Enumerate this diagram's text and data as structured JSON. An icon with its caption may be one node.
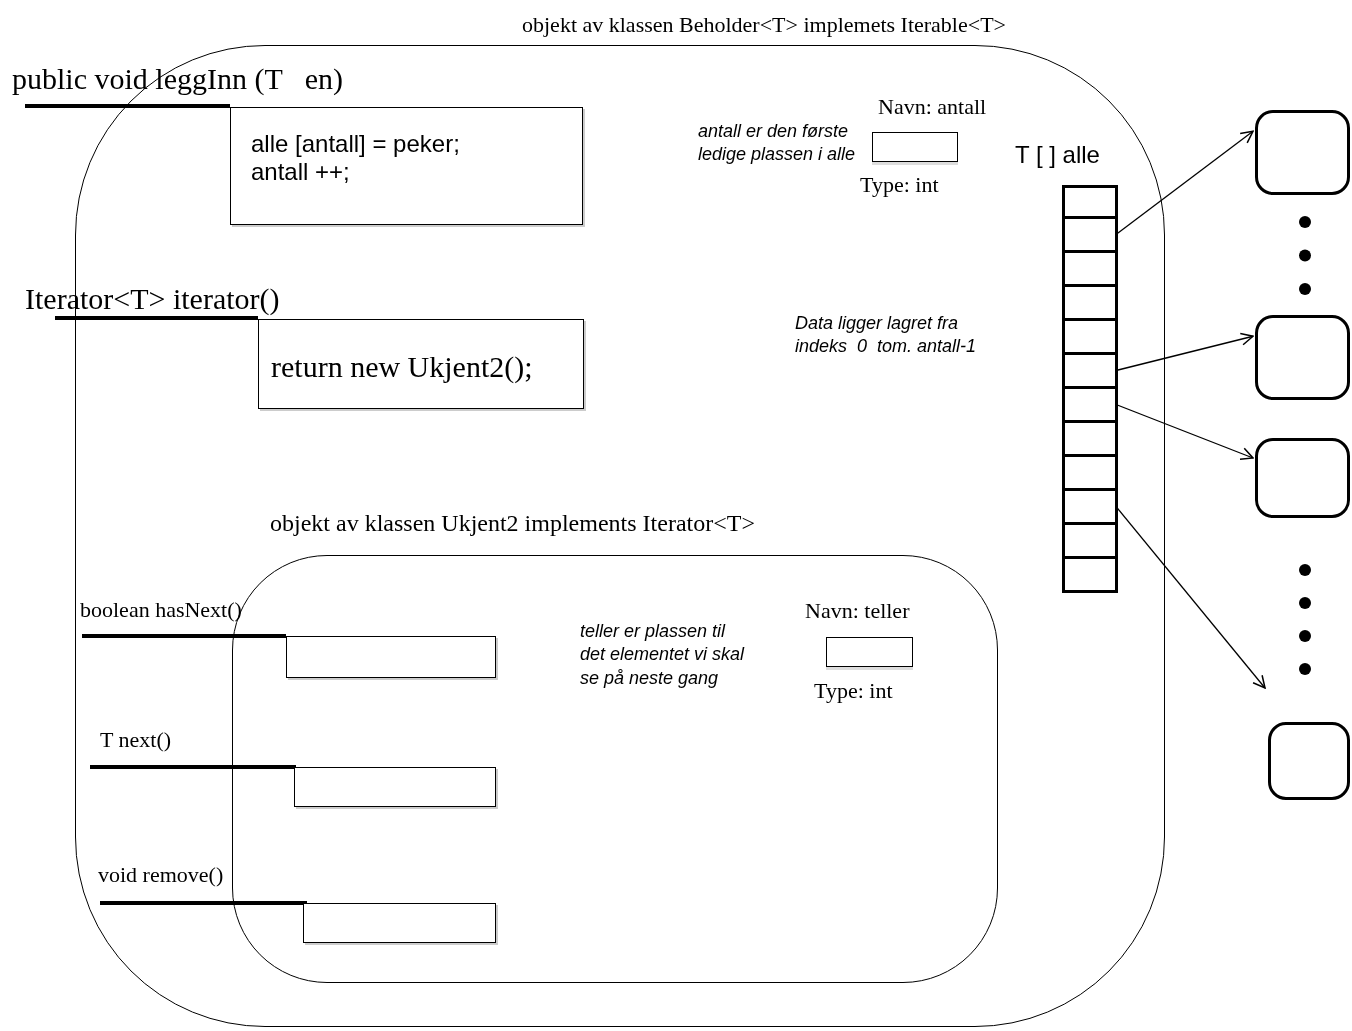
{
  "diagram": {
    "nodes": [
      {
        "text": [
          "objekt av klassen Beholder<T> implemets Iterable<T>"
        ]
      },
      {
        "text": [
          "public void leggInn (T   en)",
          "alle [antall] = peker; antall ++;"
        ],
        "in": 0
      },
      {
        "text": [
          "Iterator<T> iterator()",
          "return new Ukjent2();"
        ],
        "in": 0
      },
      {
        "text": [
          "Navn: antall",
          "Type: int"
        ],
        "beside": [
          "antall er den første ledige plassen i alle"
        ],
        "in": 0
      },
      {
        "text": [
          "T [ ] alle"
        ],
        "beside": [
          "Data ligger lagret fra indeks  0  tom. antall-1"
        ],
        "in": 0
      },
      {
        "text": [],
        "shape": "box",
        "in": 4
      },
      {
        "text": [],
        "shape": "box",
        "in": 4
      },
      {
        "text": [],
        "shape": "box",
        "in": 4
      },
      {
        "text": [],
        "shape": "box",
        "in": 4
      },
      {
        "text": [],
        "shape": "box",
        "in": 4
      },
      {
        "text": [],
        "shape": "box",
        "in": 4
      },
      {
        "text": [],
        "shape": "box",
        "in": 4
      },
      {
        "text": [],
        "shape": "box",
        "in": 4
      },
      {
        "text": [],
        "shape": "box",
        "in": 4
      },
      {
        "text": [],
        "shape": "box",
        "in": 4
      },
      {
        "text": [],
        "shape": "box",
        "in": 4
      },
      {
        "text": [],
        "shape": "box",
        "in": 4
      },
      {
        "text": [
          "objekt av klassen Ukjent2 implements Iterator<T>"
        ],
        "in": 0
      },
      {
        "text": [
          "boolean hasNext()"
        ],
        "in": 0
      },
      {
        "text": [
          "T next()"
        ],
        "in": 0
      },
      {
        "text": [
          "void remove()"
        ],
        "in": 0
      },
      {
        "text": [
          "Navn: teller",
          "Type: int"
        ],
        "beside": [
          "teller er plassen til det elementet vi skal se på neste gang"
        ],
        "in": 17
      },
      {
        "text": [],
        "shape": "box"
      },
      {
        "text": [],
        "shape": "box"
      },
      {
        "text": [],
        "shape": "box"
      },
      {
        "text": [],
        "shape": "box"
      }
    ],
    "edges": [
      {
        "from": 6,
        "to": 22,
        "arrow": "to"
      },
      {
        "from": 10,
        "to": 23,
        "arrow": "to"
      },
      {
        "from": 11,
        "to": 24,
        "arrow": "to"
      },
      {
        "from": 14,
        "to": null,
        "arrow": "to"
      }
    ]
  }
}
